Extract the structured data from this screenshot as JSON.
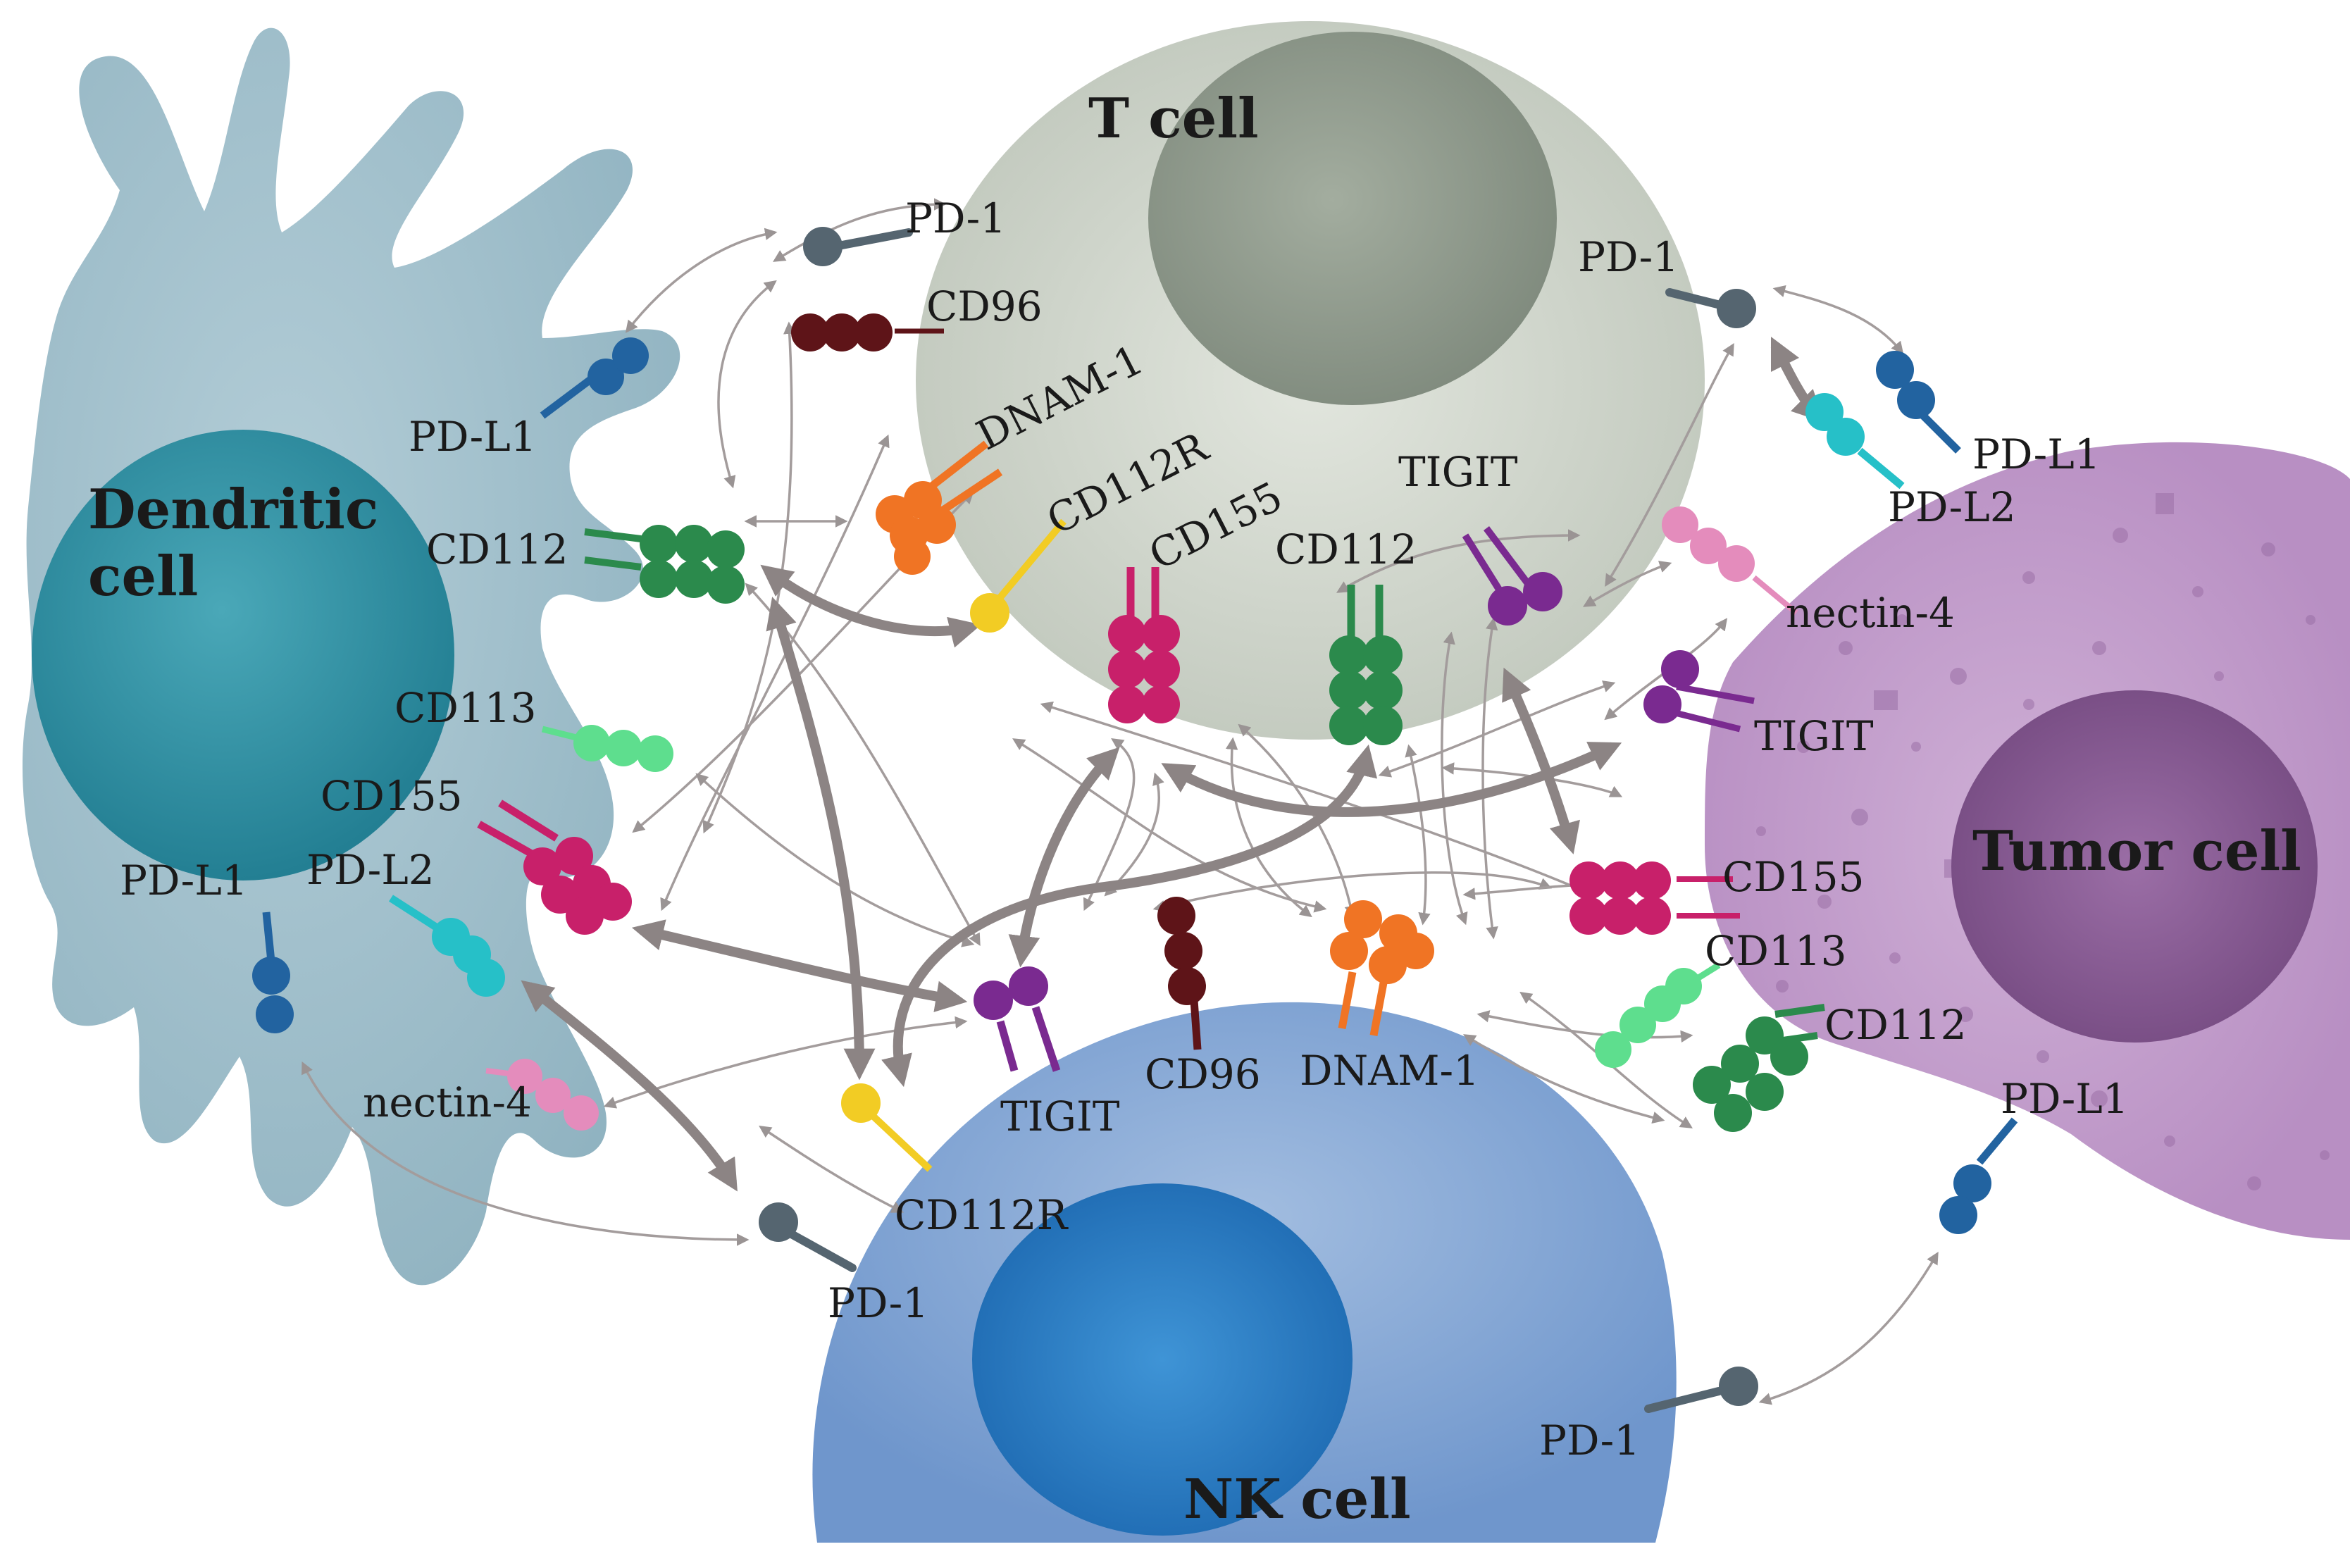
{
  "cells": {
    "t_cell": "T cell",
    "dendritic": [
      "Dendritic",
      "cell"
    ],
    "nk_cell": "NK cell",
    "tumor_cell": "Tumor cell"
  },
  "molecules": {
    "t_pd1_left": "PD-1",
    "t_cd96": "CD96",
    "t_dnam1": "DNAM-1",
    "t_cd112r": "CD112R",
    "t_cd155": "CD155",
    "t_cd112": "CD112",
    "t_tigit": "TIGIT",
    "t_pd1_right": "PD-1",
    "dc_pdl1_top": "PD-L1",
    "dc_cd112": "CD112",
    "dc_cd113": "CD113",
    "dc_cd155": "CD155",
    "dc_pdl1_bottom": "PD-L1",
    "dc_pdl2": "PD-L2",
    "dc_nectin4": "nectin-4",
    "nk_cd112r": "CD112R",
    "nk_tigit": "TIGIT",
    "nk_cd96": "CD96",
    "nk_dnam1": "DNAM-1",
    "nk_pd1": "PD-1",
    "tu_pdl1_top": "PD-L1",
    "tu_pdl2": "PD-L2",
    "tu_nectin4": "nectin-4",
    "tu_tigit": "TIGIT",
    "tu_cd155": "CD155",
    "tu_cd113": "CD113",
    "tu_cd112": "CD112",
    "tu_pdl1_bottom": "PD-L1",
    "tu_pd1": "PD-1"
  },
  "colors": {
    "dendritic_body": "#9dbcc8",
    "dendritic_nucleus": "#2f8ea0",
    "t_cell_body": "#d4d9d0",
    "t_cell_nucleus": "#8e998c",
    "nk_body": "#88a9d6",
    "nk_nucleus": "#2f80c8",
    "tumor_body": "#c6a4cf",
    "tumor_nucleus": "#8b5f96",
    "pd1": "#556570",
    "pdl1": "#2263a0",
    "pdl2": "#26c0c8",
    "cd96": "#5e1418",
    "dnam1": "#f07424",
    "cd112r": "#f2cc24",
    "cd155": "#c8206a",
    "cd112": "#2b8a4c",
    "cd113": "#5ede8e",
    "tigit": "#7a2a90",
    "nectin4": "#e48cbc",
    "arrow": "#8c8484"
  }
}
